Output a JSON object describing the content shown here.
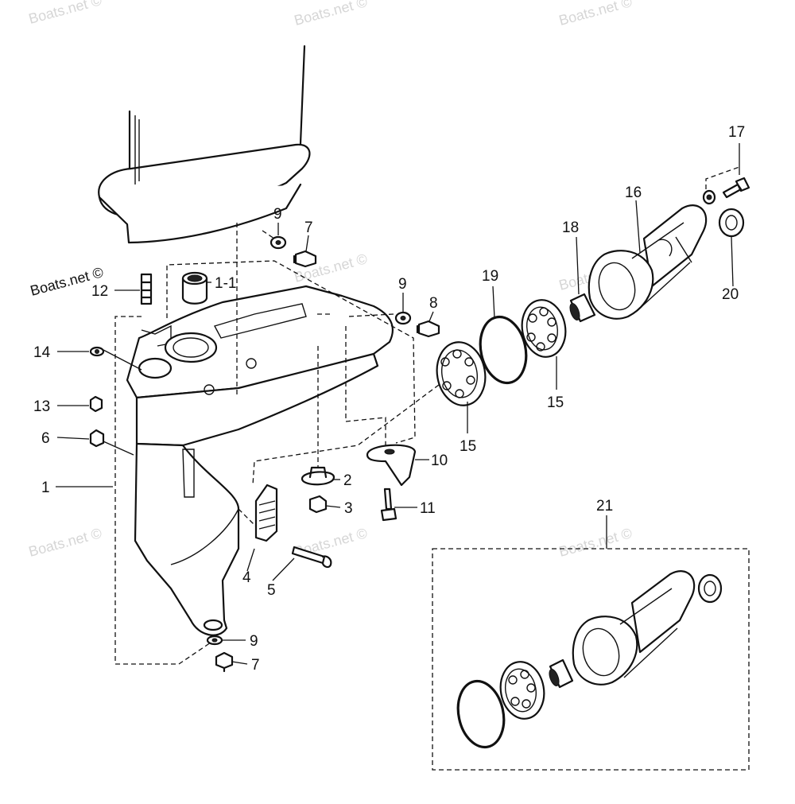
{
  "watermark": "Boats.net ©",
  "brand_label": "Boats.net ©",
  "callouts": {
    "c1": "1",
    "c1_1": "1-1",
    "c2": "2",
    "c3": "3",
    "c4": "4",
    "c5": "5",
    "c6": "6",
    "c7a": "7",
    "c7b": "7",
    "c8": "8",
    "c9a": "9",
    "c9b": "9",
    "c9c": "9",
    "c10": "10",
    "c11": "11",
    "c12": "12",
    "c13": "13",
    "c14": "14",
    "c15a": "15",
    "c15b": "15",
    "c16": "16",
    "c17": "17",
    "c18": "18",
    "c19": "19",
    "c20": "20",
    "c21": "21"
  }
}
